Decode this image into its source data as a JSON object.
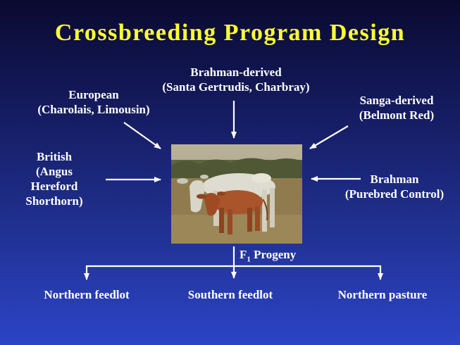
{
  "slide": {
    "title": "Crossbreeding Program Design",
    "inputs": {
      "european": {
        "line1": "European",
        "line2": "(Charolais, Limousin)"
      },
      "brahman_derived": {
        "line1": "Brahman-derived",
        "line2": "(Santa Gertrudis, Charbray)"
      },
      "sanga_derived": {
        "line1": "Sanga-derived",
        "line2": "(Belmont Red)"
      },
      "british": {
        "line1": "British",
        "line2": "(Angus",
        "line3": "Hereford",
        "line4": "Shorthorn)"
      },
      "brahman": {
        "line1": "Brahman",
        "line2": "(Purebred Control)"
      }
    },
    "progeny": {
      "prefix": "F",
      "subscript": "1",
      "suffix": " Progeny"
    },
    "outputs": [
      "Northern feedlot",
      "Southern feedlot",
      "Northern pasture"
    ],
    "colors": {
      "title": "#ffff33",
      "text": "#ffffff",
      "arrow": "#ffffff"
    }
  }
}
